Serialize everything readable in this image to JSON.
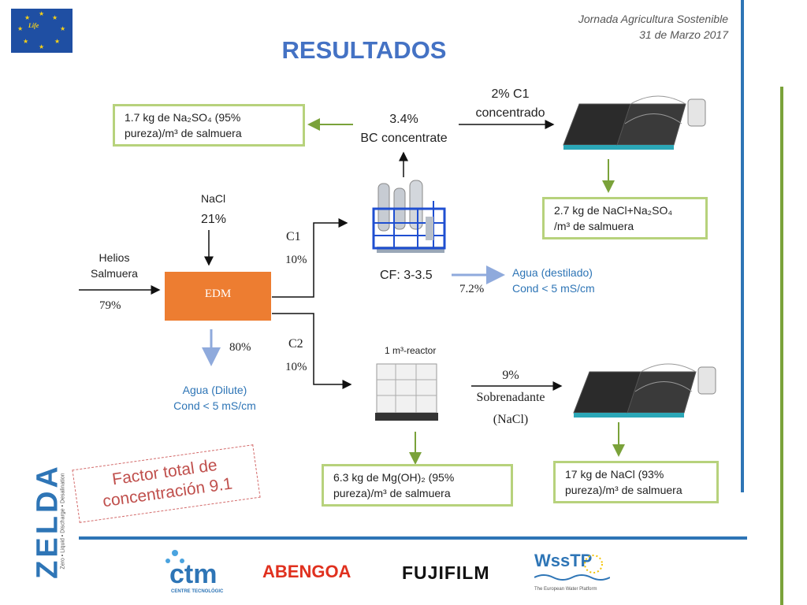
{
  "header": {
    "event": "Jornada Agricultura Sostenible",
    "date": "31 de Marzo 2017",
    "title": "RESULTADOS",
    "life_logo": "Life"
  },
  "diagram": {
    "input": {
      "label_line1": "Helios",
      "label_line2": "Salmuera",
      "percent": "79%"
    },
    "nacl": {
      "label": "NaCl",
      "percent": "21%"
    },
    "edm": {
      "label": "EDM"
    },
    "dilute": {
      "percent": "80%",
      "line1": "Agua (Dilute)",
      "line2": "Cond < 5 mS/cm"
    },
    "c1": {
      "label": "C1",
      "percent": "10%"
    },
    "c2": {
      "label": "C2",
      "percent": "10%"
    },
    "evaporator": {
      "cf": "CF: 3-3.5",
      "distillate_percent": "7.2%",
      "distillate_line1": "Agua (destilado)",
      "distillate_line2": "Cond < 5 mS/cm"
    },
    "bc": {
      "percent": "3.4%",
      "label": "BC concentrate"
    },
    "c1_concentrate": {
      "line1": "2% C1",
      "line2": "concentrado"
    },
    "na2so4_box": {
      "line1": "1.7 kg de Na₂SO₄ (95%",
      "line2": "pureza)/m³ de salmuera"
    },
    "nacl_na2so4_box": {
      "line1": "2.7 kg de NaCl+Na₂SO₄",
      "line2": "/m³ de salmuera"
    },
    "reactor": {
      "label": "1 m³-reactor"
    },
    "supernatant": {
      "percent": "9%",
      "line1": "Sobrenadante",
      "line2": "(NaCl)"
    },
    "mgoh_box": {
      "line1": "6.3 kg de Mg(OH)₂ (95%",
      "line2": "pureza)/m³ de salmuera"
    },
    "nacl_box": {
      "line1": "17 kg de NaCl (93%",
      "line2": "pureza)/m³ de salmuera"
    },
    "factor": {
      "line1": "Factor total de",
      "line2": "concentración 9.1"
    }
  },
  "footer": {
    "zelda": "ZELDA",
    "zelda_tag": "Zero • Liquid • Discharge • Desalination",
    "ctm": "ctm",
    "ctm_sub": "CENTRE TECNOLÒGIC",
    "abengoa": "ABENGOA",
    "fujifilm": "FUJIFILM",
    "wsstp": "WssTP",
    "wsstp_sub": "The European Water Platform"
  },
  "colors": {
    "accent_blue": "#2e75b6",
    "title_blue": "#4472c4",
    "green_box": "#b7d27c",
    "edm_orange": "#ed7d31",
    "arrow_green": "#7aa23a",
    "arrow_blue": "#8faadc",
    "factor_red": "#c0504d"
  }
}
